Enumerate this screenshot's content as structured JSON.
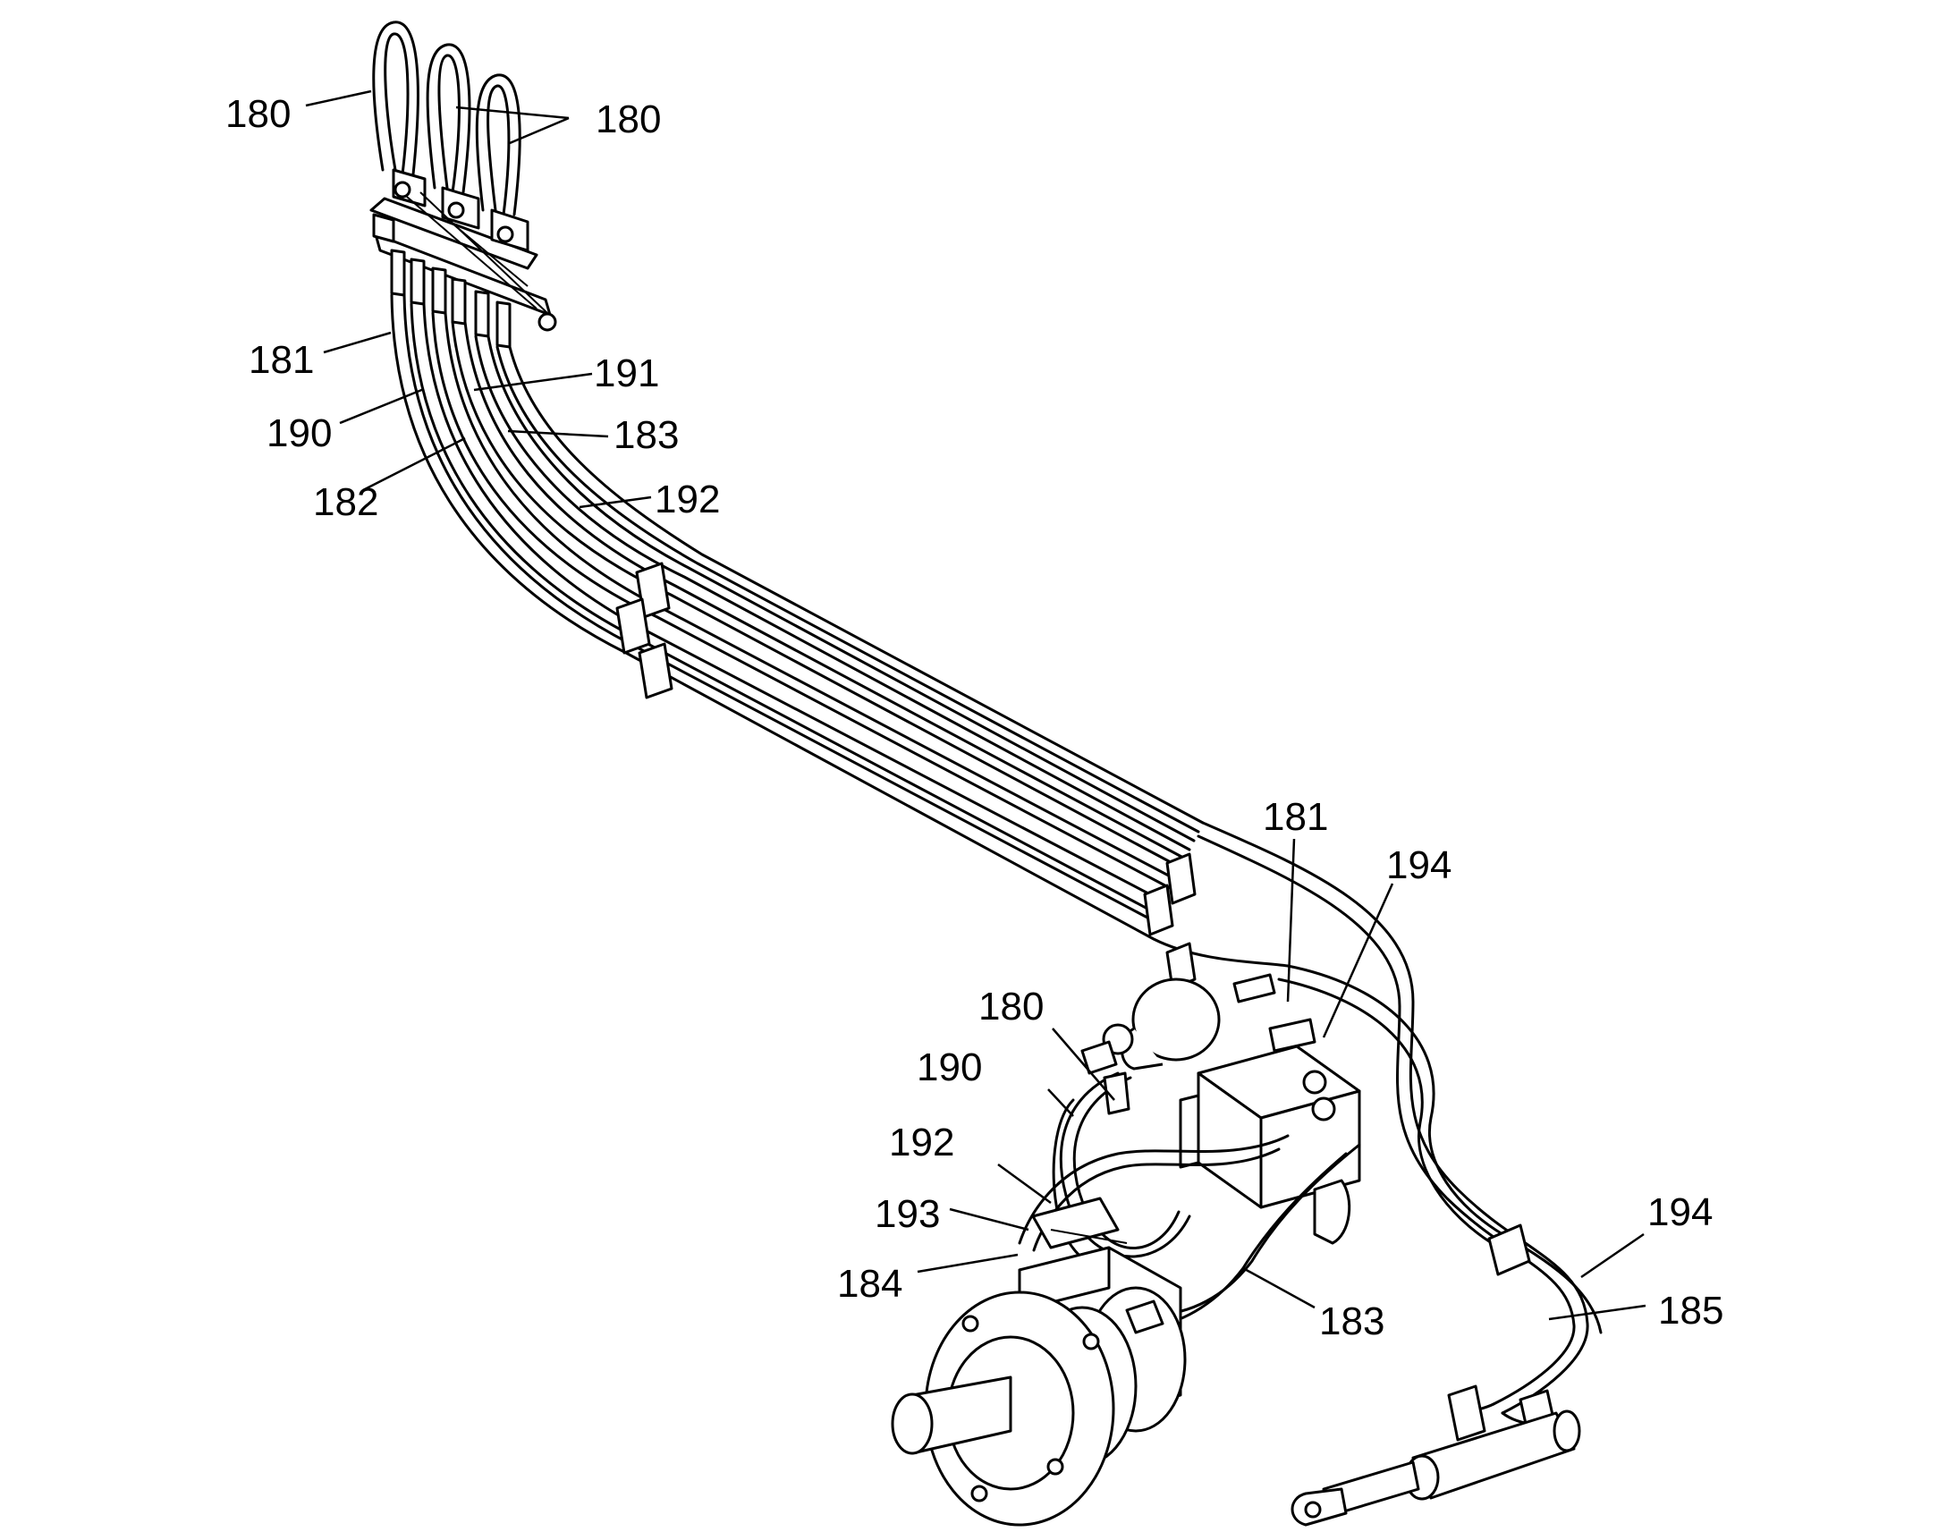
{
  "callouts": [
    {
      "id": "c1",
      "text": "180"
    },
    {
      "id": "c2",
      "text": "180"
    },
    {
      "id": "c3",
      "text": "181"
    },
    {
      "id": "c4",
      "text": "191"
    },
    {
      "id": "c5",
      "text": "190"
    },
    {
      "id": "c6",
      "text": "183"
    },
    {
      "id": "c7",
      "text": "182"
    },
    {
      "id": "c8",
      "text": "192"
    },
    {
      "id": "c9",
      "text": "181"
    },
    {
      "id": "c10",
      "text": "194"
    },
    {
      "id": "c11",
      "text": "180"
    },
    {
      "id": "c12",
      "text": "190"
    },
    {
      "id": "c13",
      "text": "192"
    },
    {
      "id": "c14",
      "text": "193"
    },
    {
      "id": "c15",
      "text": "184"
    },
    {
      "id": "c16",
      "text": "183"
    },
    {
      "id": "c17",
      "text": "194"
    },
    {
      "id": "c18",
      "text": "185"
    }
  ]
}
